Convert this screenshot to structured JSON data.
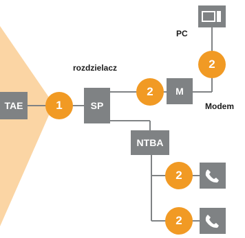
{
  "nodes": {
    "tae": "TAE",
    "sp": "SP",
    "modem": "M",
    "ntba": "NTBA"
  },
  "labels": {
    "splitter": "rozdzielacz",
    "pc": "PC",
    "modem": "Modem"
  },
  "badges": {
    "tae_sp": "1",
    "sp_modem": "2",
    "modem_pc": "2",
    "phone1": "2",
    "phone2": "2"
  },
  "icons": {
    "pc": "computer-icon",
    "phone": "phone-icon"
  },
  "colors": {
    "box": "#7f8284",
    "badge": "#f19a24",
    "wedge": "#fbd5a4",
    "line": "#7f8284"
  }
}
